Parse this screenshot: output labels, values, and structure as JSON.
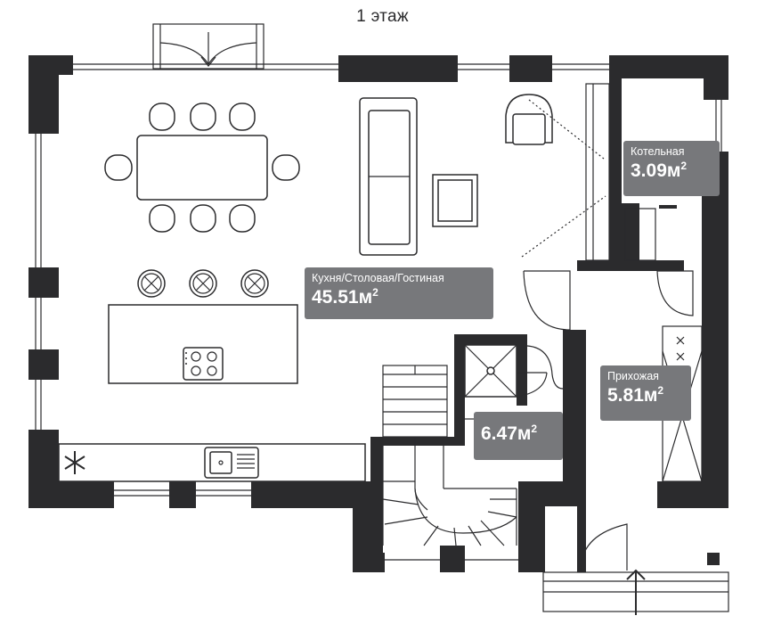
{
  "floor_title": "1 этаж",
  "rooms": {
    "living": {
      "name": "Кухня/Столовая/Гостиная",
      "area": "45.51",
      "unit": "м",
      "exp": "2"
    },
    "boiler": {
      "name": "Котельная",
      "area": "3.09",
      "unit": "м",
      "exp": "2"
    },
    "hall": {
      "name": "Прихожая",
      "area": "5.81",
      "unit": "м",
      "exp": "2"
    },
    "bathroom": {
      "name": "",
      "area": "6.47",
      "unit": "м",
      "exp": "2"
    }
  },
  "colors": {
    "wall": "#2b2b2d",
    "label_bg": "#77787b",
    "label_text": "#ffffff"
  },
  "icons": [
    "snowflake-icon",
    "cooktop-icon",
    "sink-icon",
    "shower-icon",
    "entrance-arrow-icon"
  ]
}
